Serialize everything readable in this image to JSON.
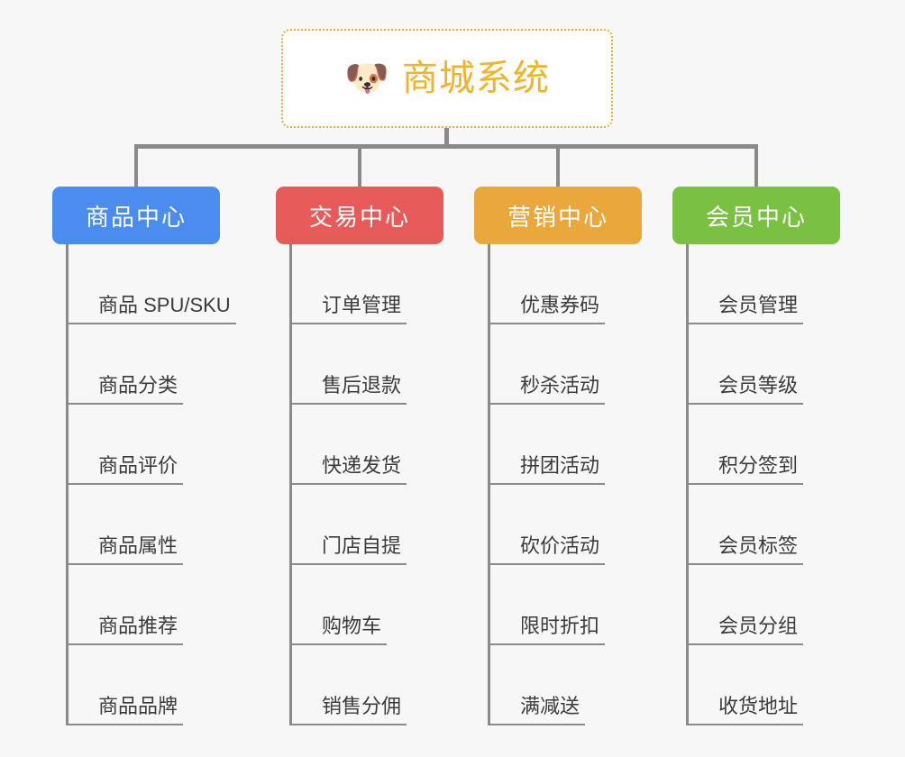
{
  "page": {
    "background": "#f7f7f7",
    "line_color": "#8a8a8a"
  },
  "root": {
    "icon": "dog-face-emoji",
    "emoji": "🐶",
    "title": "商城系统",
    "text_color": "#f0b429",
    "border_color": "#efab2e",
    "background": "#ffffff"
  },
  "branches": [
    {
      "title": "商品中心",
      "color": "#4a8cf0",
      "items": [
        "商品 SPU/SKU",
        "商品分类",
        "商品评价",
        "商品属性",
        "商品推荐",
        "商品品牌"
      ]
    },
    {
      "title": "交易中心",
      "color": "#e65a59",
      "items": [
        "订单管理",
        "售后退款",
        "快递发货",
        "门店自提",
        "购物车",
        "销售分佣"
      ]
    },
    {
      "title": "营销中心",
      "color": "#eaa83c",
      "items": [
        "优惠券码",
        "秒杀活动",
        "拼团活动",
        "砍价活动",
        "限时折扣",
        "满减送"
      ]
    },
    {
      "title": "会员中心",
      "color": "#7ac143",
      "items": [
        "会员管理",
        "会员等级",
        "积分签到",
        "会员标签",
        "会员分组",
        "收货地址"
      ]
    }
  ]
}
